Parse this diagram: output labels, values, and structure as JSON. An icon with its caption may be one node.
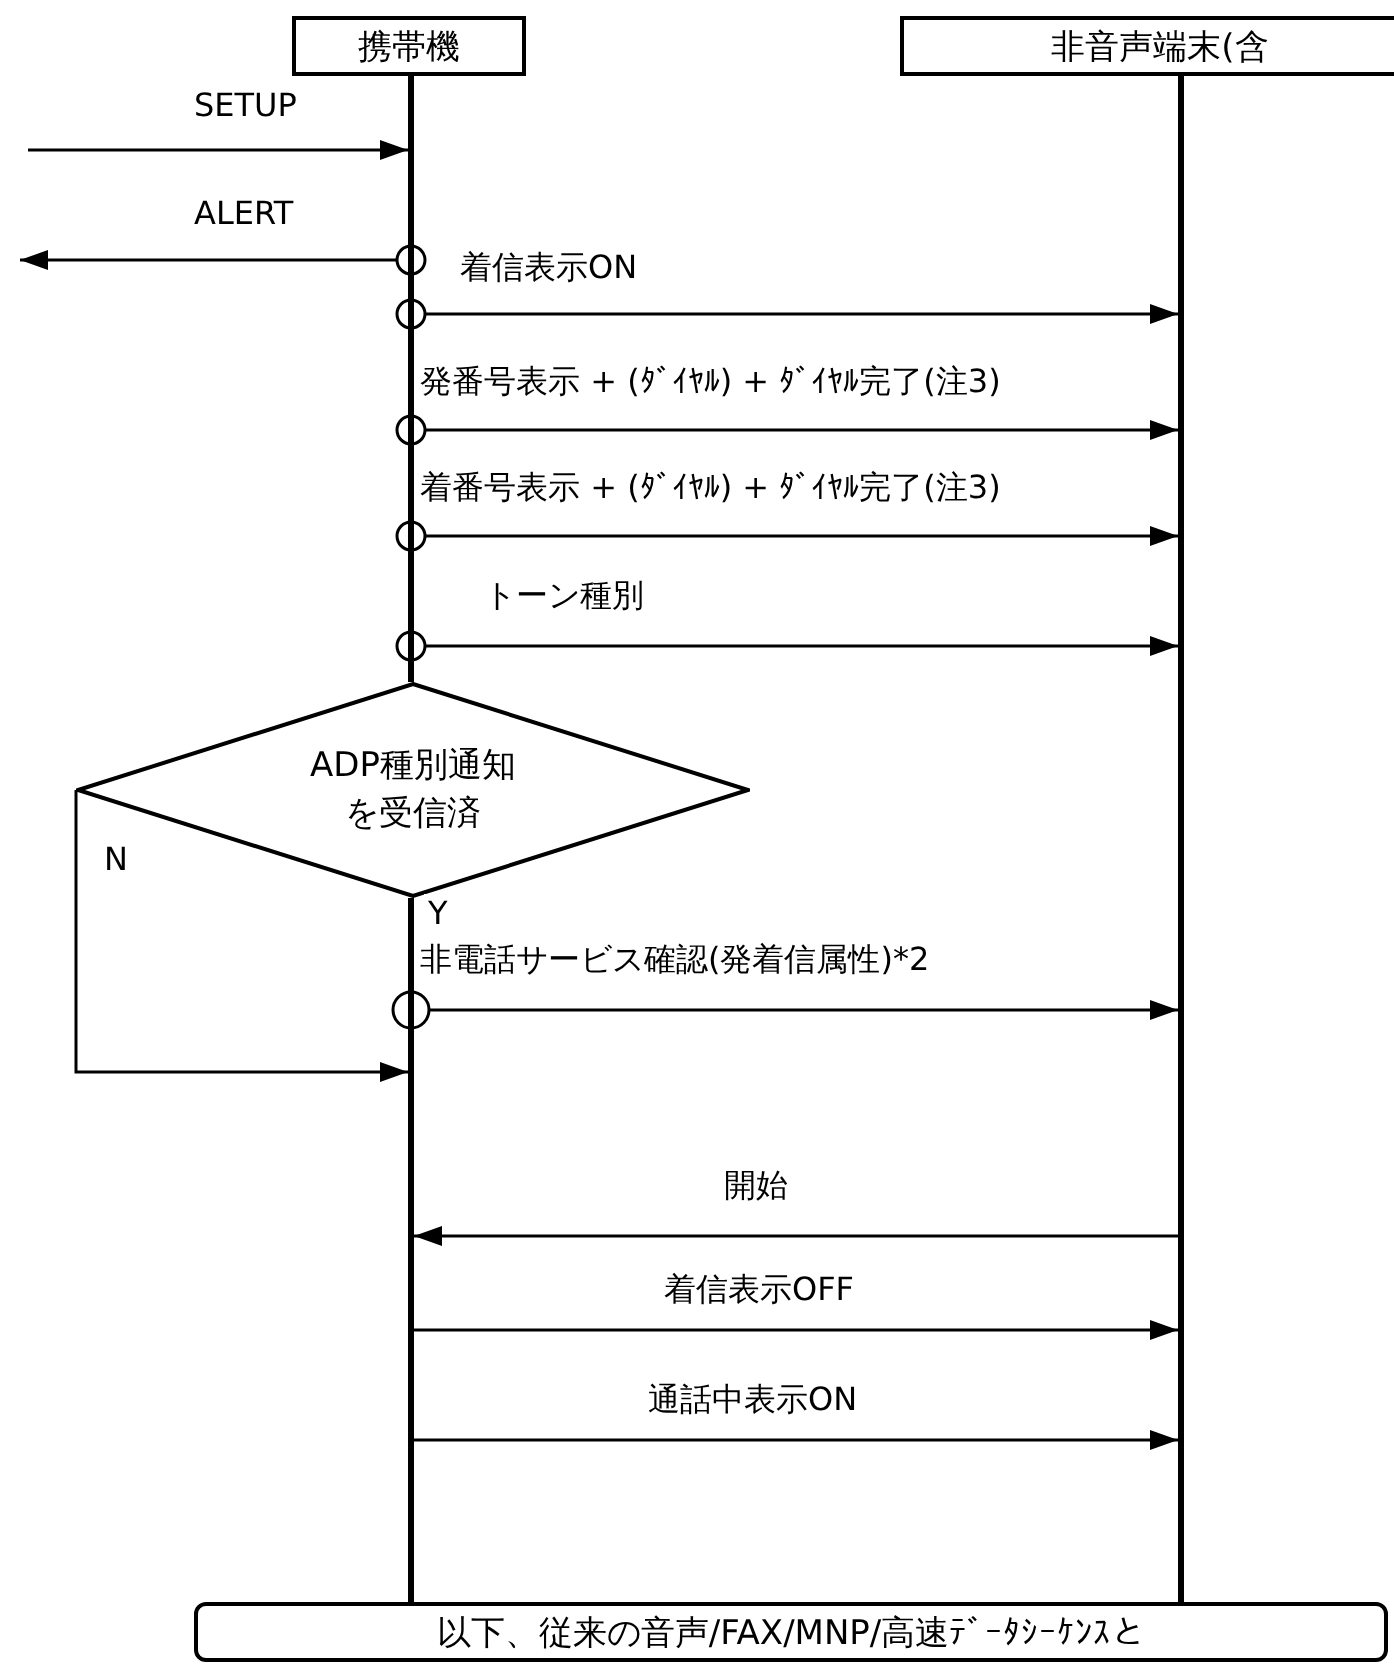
{
  "diagram": {
    "nodes": [
      {
        "text": [
          "携帯機"
        ]
      },
      {
        "text": [
          "非音声端末(含"
        ]
      },
      {
        "text": [],
        "shape": "bar"
      },
      {
        "text": [],
        "shape": "bar"
      },
      {
        "text": [
          "ADP種別通知を受信済"
        ],
        "beside": [
          "Y"
        ]
      },
      {
        "text": [],
        "shape": "bar"
      },
      {
        "text": [
          "以下、従来の音声/FAX/MNP/高速ﾃﾞｰﾀｼｰｹﾝｽと"
        ]
      }
    ],
    "edges": [
      {
        "from": null,
        "to": 2,
        "arrow": "to",
        "label": "SETUP"
      },
      {
        "from": 2,
        "to": null,
        "arrow": "to",
        "label": "ALERT"
      },
      {
        "from": 2,
        "to": 3,
        "arrow": "to",
        "label": "着信表示ON"
      },
      {
        "from": 2,
        "to": 3,
        "arrow": "to",
        "label": "発番号表示 + (ﾀﾞｲﾔﾙ) + ﾀﾞｲﾔﾙ完了(注3)"
      },
      {
        "from": 2,
        "to": 3,
        "arrow": "to",
        "label": "着番号表示 + (ﾀﾞｲﾔﾙ) + ﾀﾞｲﾔﾙ完了(注3)"
      },
      {
        "from": 2,
        "to": 3,
        "arrow": "to",
        "label": "トーン種別"
      },
      {
        "from": 4,
        "to": 5,
        "arrow": "to",
        "label": "N"
      },
      {
        "from": 5,
        "to": 3,
        "arrow": "to",
        "label": "非電話サービス確認(発着信属性)*2"
      },
      {
        "from": 3,
        "to": 5,
        "arrow": "to",
        "label": "開始"
      },
      {
        "from": 5,
        "to": 3,
        "arrow": "to",
        "label": "着信表示OFF"
      },
      {
        "from": 5,
        "to": 3,
        "arrow": "to",
        "label": "通話中表示ON"
      }
    ]
  }
}
